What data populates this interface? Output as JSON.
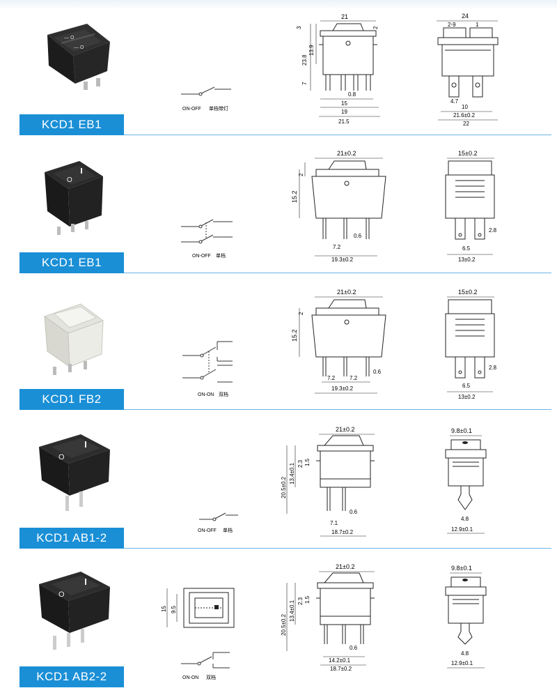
{
  "rows": [
    {
      "model": "KCD1  EB1",
      "circuit": {
        "left": "ON-OFF",
        "right": "单档带灯"
      },
      "side_dims": {
        "top": "21",
        "h1": "3",
        "h2": "2",
        "h3": "13.9",
        "h4": "23.8",
        "h5": "7",
        "b1": "0.8",
        "b2": "15",
        "b3": "19",
        "b4": "21.5"
      },
      "end_dims": {
        "top": "24",
        "t1": "2-9",
        "t2": "1",
        "b1": "4.7",
        "b2": "10",
        "b3": "21.6±0.2",
        "b4": "22"
      }
    },
    {
      "model": "KCD1  EB1",
      "circuit": {
        "left": "ON-OFF",
        "right": "单档"
      },
      "side_dims": {
        "top": "21±0.2",
        "h1": "2",
        "h2": "15.2",
        "b1": "0.6",
        "b2": "7.2",
        "b3": "19.3±0.2"
      },
      "end_dims": {
        "top": "15±0.2",
        "r1": "2.8",
        "b1": "6.5",
        "b2": "13±0.2"
      }
    },
    {
      "model": "KCD1  FB2",
      "circuit": {
        "left": "ON-ON",
        "right": "双档"
      },
      "side_dims": {
        "top": "21±0.2",
        "h1": "2",
        "h2": "15.2",
        "b1": "7.2",
        "b1b": "7.2",
        "b2": "0.6",
        "b3": "19.3±0.2"
      },
      "end_dims": {
        "top": "15±0.2",
        "r1": "2.8",
        "b1": "6.5",
        "b2": "13±0.2"
      }
    },
    {
      "model": "KCD1 AB1-2",
      "circuit": {
        "left": "ON-OFF",
        "right": "单档"
      },
      "side_dims": {
        "top": "21±0.2",
        "h1": "20.5±0.2",
        "h2": "13.4±0.1",
        "h3": "2.3",
        "h4": "1.5",
        "b1": "0.6",
        "b2": "7.1",
        "b3": "18.7±0.2"
      },
      "end_dims": {
        "top": "9.8±0.1",
        "b1": "4.8",
        "b2": "12.9±0.1"
      }
    },
    {
      "model": "KCD1 AB2-2",
      "circuit": {
        "left": "ON-ON",
        "right": "双档"
      },
      "panel_dims": {
        "outer": "15",
        "inner": "9.5"
      },
      "side_dims": {
        "top": "21±0.2",
        "h1": "20.5±0.2",
        "h2": "13.4±0.1",
        "h3": "2.3",
        "h4": "1.5",
        "b1": "0.6",
        "b2": "14.2±0.1",
        "b3": "18.7±0.2"
      },
      "end_dims": {
        "top": "9.8±0.1",
        "b1": "4.8",
        "b2": "12.9±0.1"
      }
    }
  ]
}
